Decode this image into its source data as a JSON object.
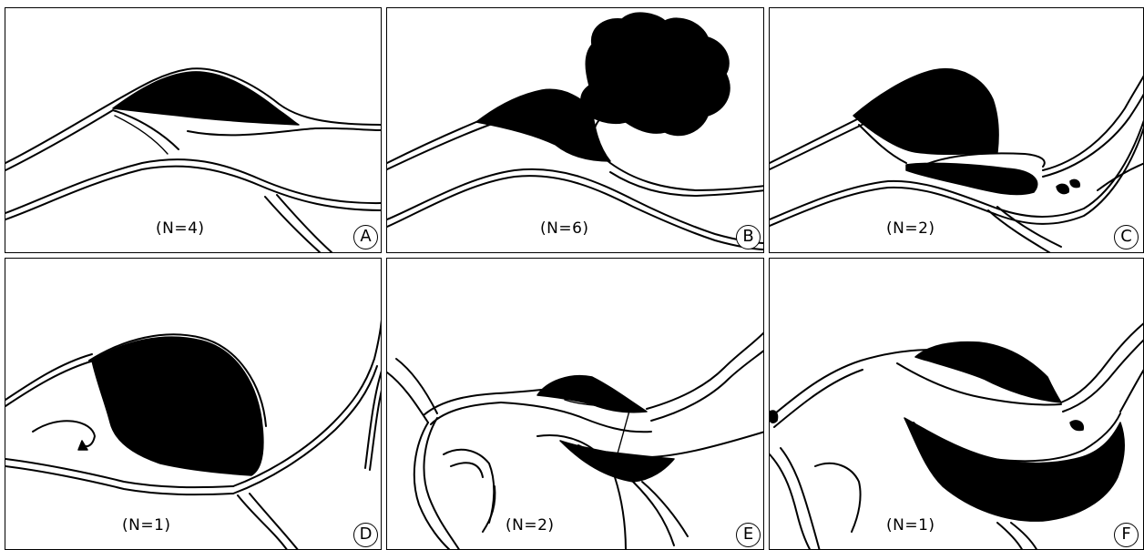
{
  "panels": [
    {
      "id": "A",
      "count": "(N=4)",
      "letter": "A"
    },
    {
      "id": "B",
      "count": "(N=6)",
      "letter": "B"
    },
    {
      "id": "C",
      "count": "(N=2)",
      "letter": "C"
    },
    {
      "id": "D",
      "count": "(N=1)",
      "letter": "D"
    },
    {
      "id": "E",
      "count": "(N=2)",
      "letter": "E"
    },
    {
      "id": "F",
      "count": "(N=1)",
      "letter": "F"
    }
  ],
  "colors": {
    "line": "#000000",
    "fill": "#000000",
    "background": "#ffffff"
  }
}
